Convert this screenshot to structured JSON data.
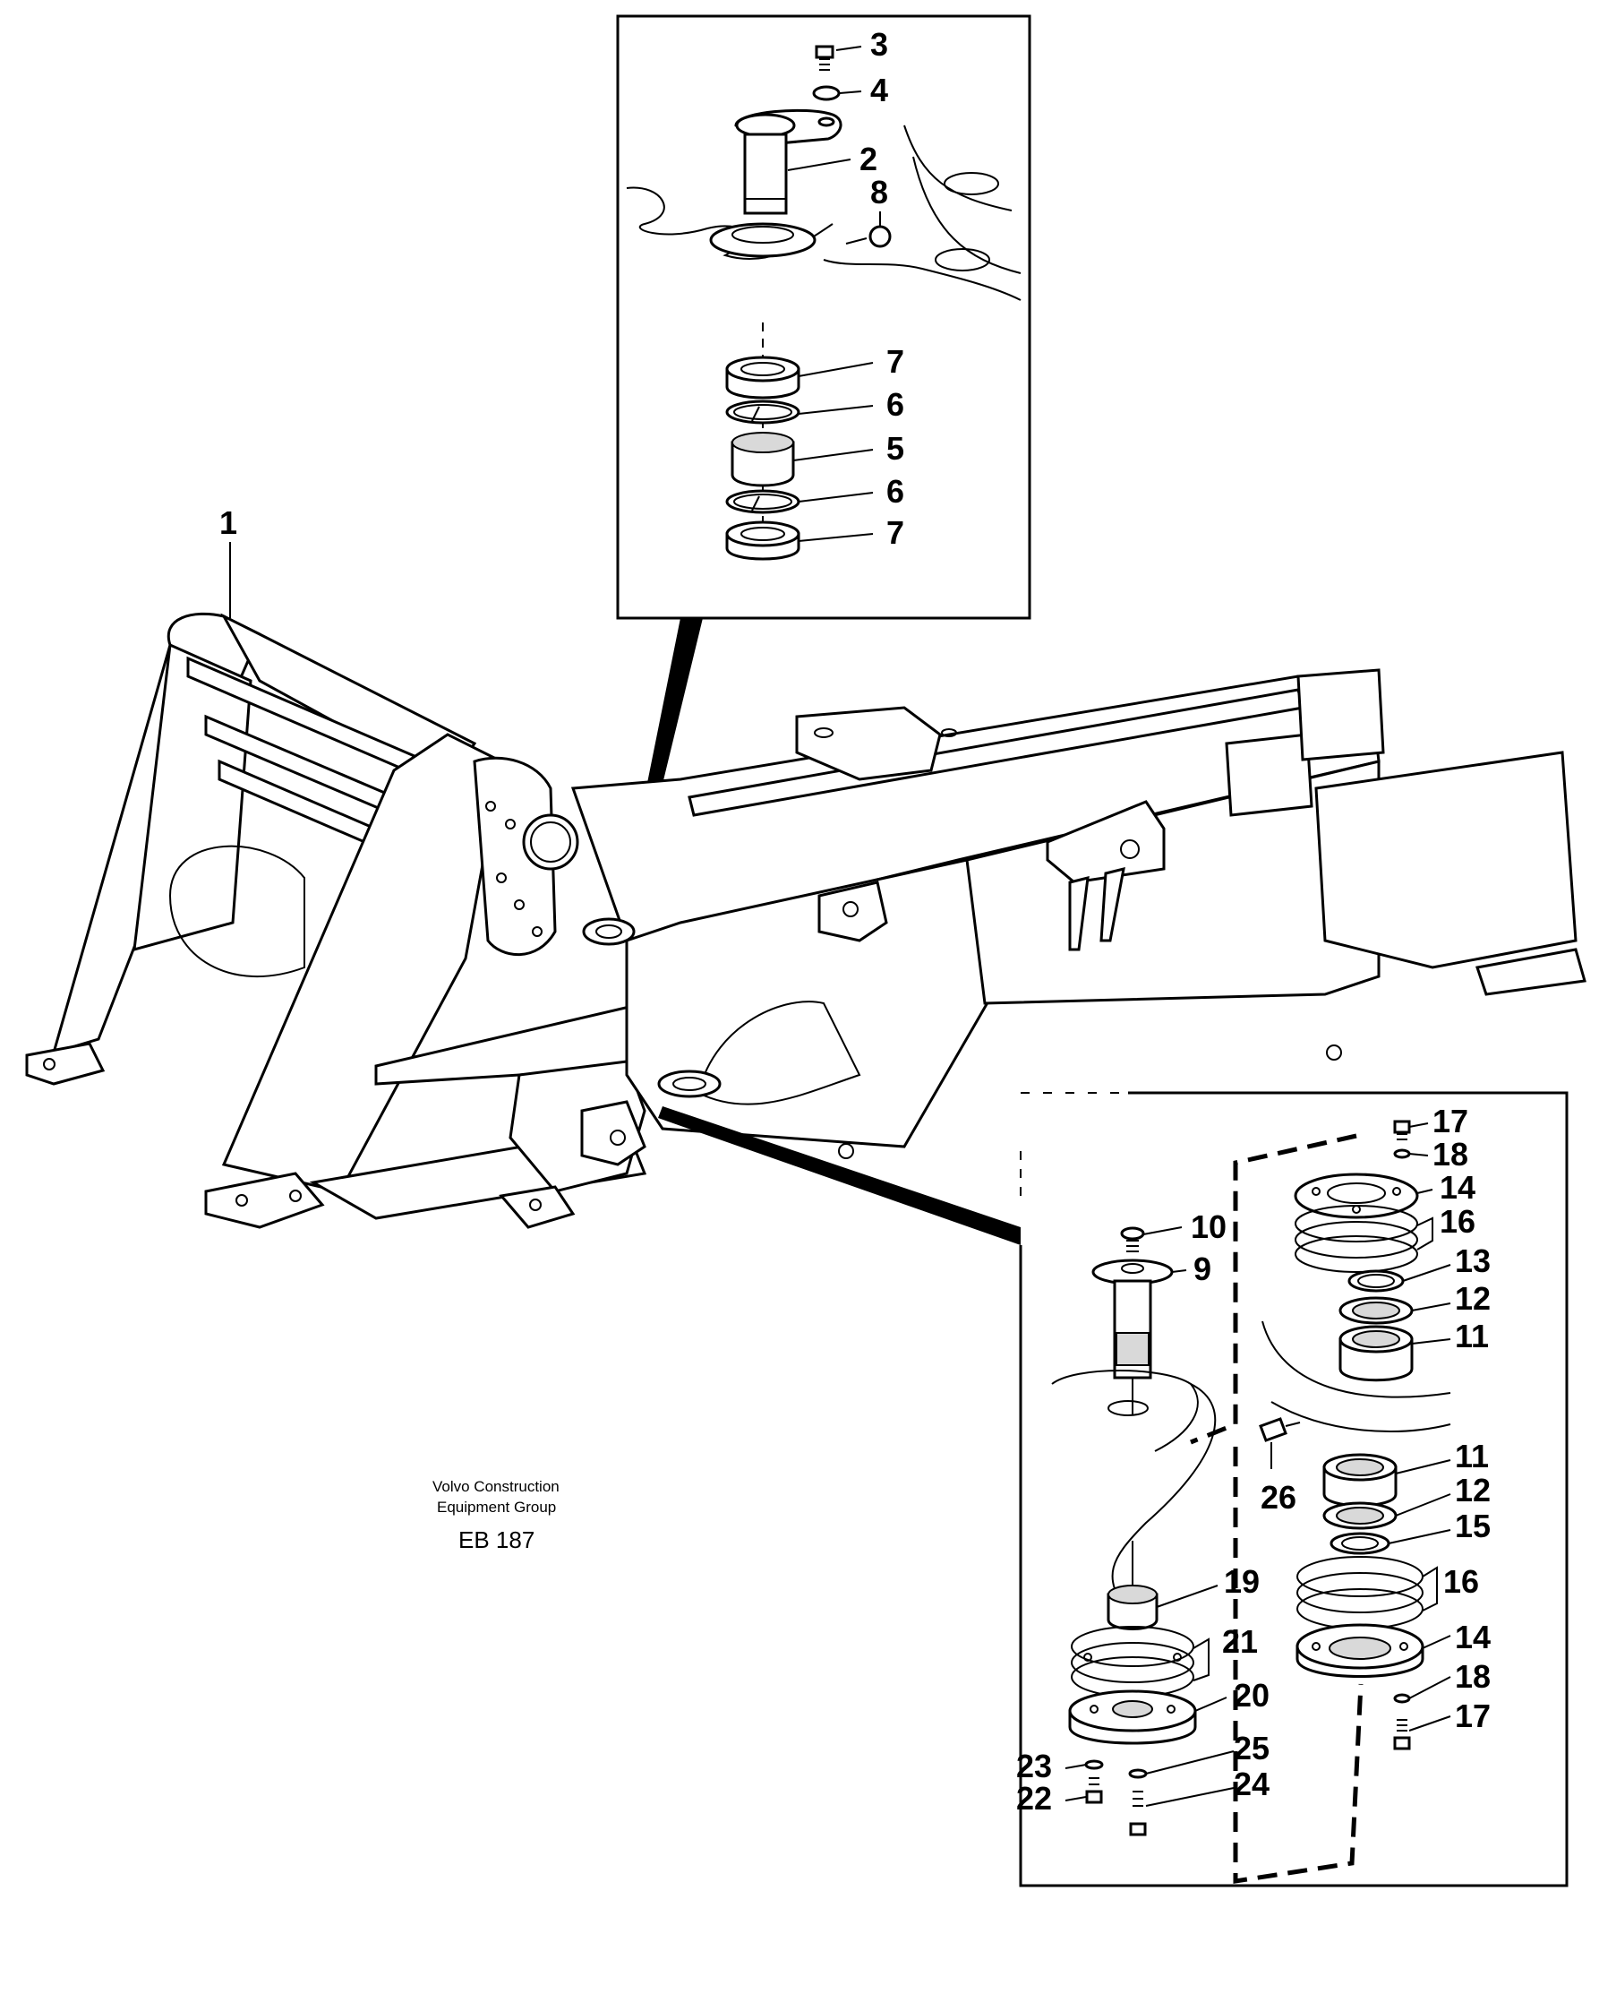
{
  "caption": {
    "line1": "Volvo Construction",
    "line2": "Equipment Group",
    "code": "EB 187"
  },
  "labels": {
    "top_inset": {
      "l3": "3",
      "l4": "4",
      "l2": "2",
      "l8": "8",
      "l7a": "7",
      "l6a": "6",
      "l5": "5",
      "l6b": "6",
      "l7b": "7"
    },
    "frame": {
      "l1": "1"
    },
    "bottom_inset": {
      "l10": "10",
      "l9": "9",
      "l17a": "17",
      "l18a": "18",
      "l14a": "14",
      "l16a": "16",
      "l13": "13",
      "l12a": "12",
      "l11a": "11",
      "l26": "26",
      "l11b": "11",
      "l12b": "12",
      "l15": "15",
      "l19": "19",
      "l16b": "16",
      "l21": "21",
      "l14b": "14",
      "l18b": "18",
      "l20": "20",
      "l17b": "17",
      "l25": "25",
      "l23": "23",
      "l24": "24",
      "l22": "22"
    }
  }
}
